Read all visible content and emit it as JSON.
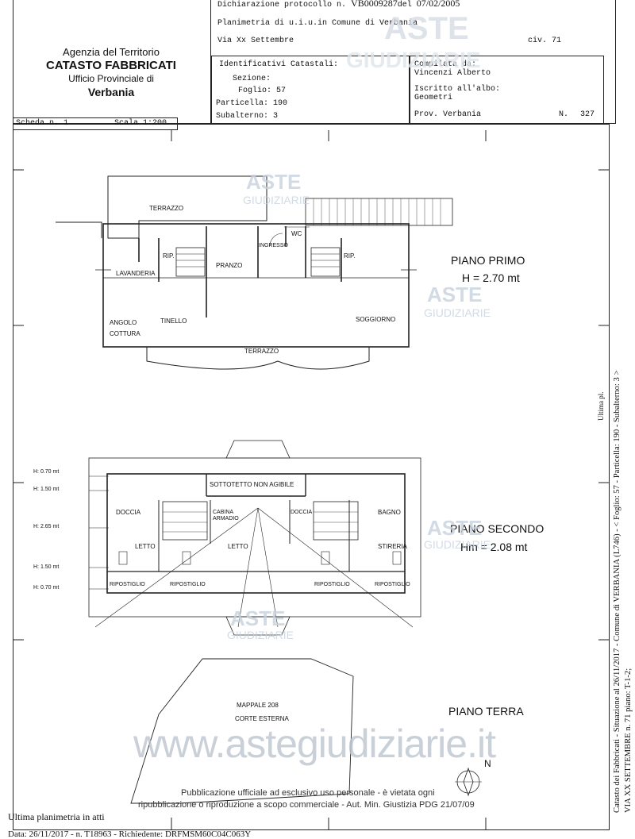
{
  "header": {
    "agency_line1": "Agenzia del Territorio",
    "agency_line2": "CATASTO FABBRICATI",
    "agency_line3": "Ufficio Provinciale di",
    "agency_line4": "Verbania",
    "declaration_label": "Dichiarazione protocollo n.",
    "declaration_number": "VB0009287",
    "declaration_del": "del",
    "declaration_date": "07/02/2005",
    "plan_title": "Planimetria di u.i.u.in Comune di Verbania",
    "address": "Via Xx Settembre",
    "civ": "civ. 71",
    "ident_label": "Identificativi Catastali:",
    "sezione": "Sezione:",
    "foglio": "Foglio: 57",
    "particella": "Particella: 190",
    "subalterno": "Subalterno: 3",
    "compilata_label": "Compilata da:",
    "compilata_name": "Vincenzi Alberto",
    "iscritto_label": "Iscritto all'albo:",
    "iscritto_value": "Geometri",
    "prov": "Prov. Verbania",
    "num_label": "N.",
    "num_value": "327",
    "scheda": "Scheda n. 1",
    "scala": "Scala 1:200"
  },
  "floor1": {
    "title": "PIANO PRIMO",
    "height": "H = 2.70 mt",
    "rooms": {
      "terrazzo_top": "TERRAZZO",
      "rip1": "RIP.",
      "lavanderia": "LAVANDERIA",
      "pranzo": "PRANZO",
      "ingresso": "INGRESSO",
      "wc": "WC",
      "rip2": "RIP.",
      "angolo": "ANGOLO",
      "cottura": "COTTURA",
      "tinello": "TINELLO",
      "soggiorno": "SOGGIORNO",
      "terrazzo_bottom": "TERRAZZO"
    }
  },
  "floor2": {
    "title": "PIANO SECONDO",
    "height": "Hm = 2.08 mt",
    "levels": [
      "H: 0.70 mt",
      "H: 1.50 mt",
      "H: 2.65 mt",
      "H: 1.50 mt",
      "H: 0.70 mt"
    ],
    "rooms": {
      "sottotetto": "SOTTOTETTO NON AGIBILE",
      "doccia1": "DOCCIA",
      "cabina": "CABINA ARMADIO",
      "doccia2": "DOCCIA",
      "bagno": "BAGNO",
      "letto1": "LETTO",
      "letto2": "LETTO",
      "stireria": "STIRERIA",
      "ripostiglio1": "RIPOSTIGLIO",
      "ripostiglio2": "RIPOSTIGLIO",
      "ripostiglio3": "RIPOSTIGLIO",
      "ripostiglio4": "RIPOSTIGLIO"
    }
  },
  "ground": {
    "title": "PIANO TERRA",
    "mappale": "MAPPALE 208",
    "corte": "CORTE ESTERNA",
    "north": "N"
  },
  "watermarks": {
    "aste": "ASTE",
    "giudiziarie": "GIUDIZIARIE",
    "url": "www.astegiudiziarie.it",
    "notice_line1": "Pubblicazione ufficiale ad esclusivo uso personale - è vietata ogni",
    "notice_line2": "ripubblicazione o riproduzione a scopo commerciale - Aut. Min. Giustizia PDG 21/07/09"
  },
  "footer": {
    "ultima": "Ultima planimetria in atti",
    "data_line": "Data: 26/11/2017 - n. T18963 - Richiedente: DRFMSM60C04C063Y"
  },
  "sidebar": {
    "line1": "Catasto dei Fabbricati - Situazione al 26/11/2017 - Comune di VERBANIA (L746) - <  Foglio: 57 - Particella: 190 - Subalterno: 3 >",
    "line2": "VIA XX SETTEMBRE n. 71 piano: T-1-2;",
    "stamp": "Ultima pl."
  }
}
